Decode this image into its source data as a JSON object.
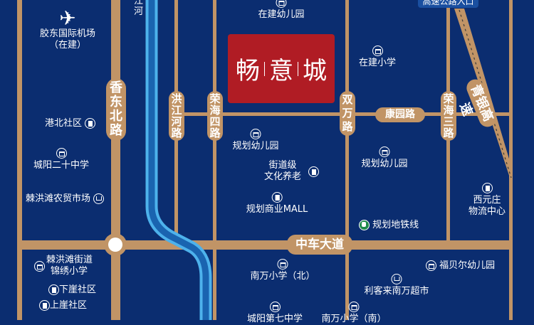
{
  "colors": {
    "background": "#0b2d70",
    "road": "#c19466",
    "river_light": "#4db2ec",
    "river_dark": "#1a64b0",
    "brand_box": "#b01c24",
    "metro": "#1f8a4c",
    "exit_box": "#1a4fa0"
  },
  "brand": {
    "title_chars": [
      "畅",
      "意",
      "城"
    ]
  },
  "roads": {
    "xiangdong_north": "香东北路",
    "hongjianghe": "洪江河路",
    "ronghai4": "荣海四路",
    "shuangwan": "双万路",
    "kangyuan": "康园路",
    "ronghai3": "荣海三路",
    "qingyin": "青银高速",
    "zhongche": "中车大道",
    "river": "江河",
    "highway_exit": "高速公路入口"
  },
  "pois": {
    "airport": {
      "name": "胶东国际机场",
      "note": "（在建）",
      "icon": "airplane-icon"
    },
    "kindergarten_building": {
      "name": "在建幼儿园",
      "icon": "school-icon"
    },
    "primary_building": {
      "name": "在建小学",
      "icon": "school-icon"
    },
    "gangbei": {
      "name": "港北社区",
      "icon": "building-icon"
    },
    "chengyang20": {
      "name": "城阳二十中学",
      "icon": "school-icon"
    },
    "market": {
      "name": "棘洪滩农贸市场",
      "icon": "cart-icon"
    },
    "planned_kg1": {
      "name": "规划幼儿园",
      "icon": "school-icon"
    },
    "elderly": {
      "name": "街道级",
      "note": "文化养老",
      "icon": "building-icon"
    },
    "mall": {
      "name": "规划商业MALL",
      "icon": "building-icon"
    },
    "planned_kg2": {
      "name": "规划幼儿园",
      "icon": "school-icon"
    },
    "metro": {
      "name": "规划地铁线",
      "icon": "metro-icon"
    },
    "logistics": {
      "name": "西元庄",
      "note": "物流中心",
      "icon": "building-icon"
    },
    "jinxiu": {
      "name": "棘洪滩街道",
      "note": "锦绣小学",
      "icon": "school-icon"
    },
    "xiaya": {
      "name": "下崖社区",
      "icon": "building-icon"
    },
    "shangya": {
      "name": "上崖社区",
      "icon": "building-icon"
    },
    "nanwan_north": {
      "name": "南万小学（北）",
      "icon": "school-icon"
    },
    "fubeier": {
      "name": "福贝尔幼儿园",
      "icon": "school-icon"
    },
    "likelai": {
      "name": "利客来南万超市",
      "icon": "cart-icon"
    },
    "chengyang7": {
      "name": "城阳第七中学",
      "icon": "school-icon"
    },
    "nanwan_south": {
      "name": "南万小学（南）",
      "icon": "school-icon"
    }
  }
}
